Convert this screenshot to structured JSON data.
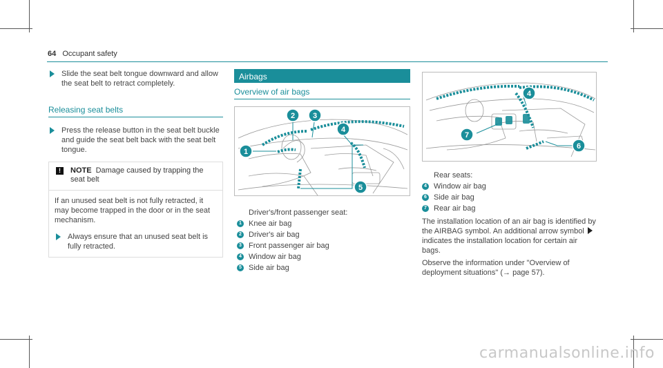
{
  "header": {
    "page_number": "64",
    "section": "Occupant safety"
  },
  "col1": {
    "step1": "Slide the seat belt tongue downward and allow the seat belt to retract completely.",
    "subhead": "Releasing seat belts",
    "step2": "Press the release button in the seat belt buckle and guide the seat belt back with the seat belt tongue.",
    "note": {
      "icon": "!",
      "label": "NOTE",
      "title": "Damage caused by trapping the seat belt",
      "body": "If an unused seat belt is not fully retracted, it may become trapped in the door or in the seat mechanism.",
      "step": "Always ensure that an unused seat belt is fully retracted."
    }
  },
  "col2": {
    "banner": "Airbags",
    "subhead": "Overview of air bags",
    "figure_callouts": [
      "1",
      "2",
      "3",
      "4",
      "5"
    ],
    "legend_intro": "Driver's/front passenger seat:",
    "legend": [
      {
        "num": "1",
        "label": "Knee air bag"
      },
      {
        "num": "2",
        "label": "Driver's air bag"
      },
      {
        "num": "3",
        "label": "Front passenger air bag"
      },
      {
        "num": "4",
        "label": "Window air bag"
      },
      {
        "num": "5",
        "label": "Side air bag"
      }
    ]
  },
  "col3": {
    "figure_callouts": [
      "4",
      "6",
      "7"
    ],
    "legend_intro": "Rear seats:",
    "legend": [
      {
        "num": "4",
        "label": "Window air bag"
      },
      {
        "num": "6",
        "label": "Side air bag"
      },
      {
        "num": "7",
        "label": "Rear air bag"
      }
    ],
    "para1_a": "The installation location of an air bag is identified by the AIRBAG symbol. An additional arrow symbol",
    "para1_b": "indicates the installation location for certain air bags.",
    "para2": "Observe the information under \"Overview of deployment situations\" (→ page 57)."
  },
  "watermark": "carmanualsonline.info",
  "colors": {
    "accent": "#1a8e9a",
    "text": "#444444"
  }
}
